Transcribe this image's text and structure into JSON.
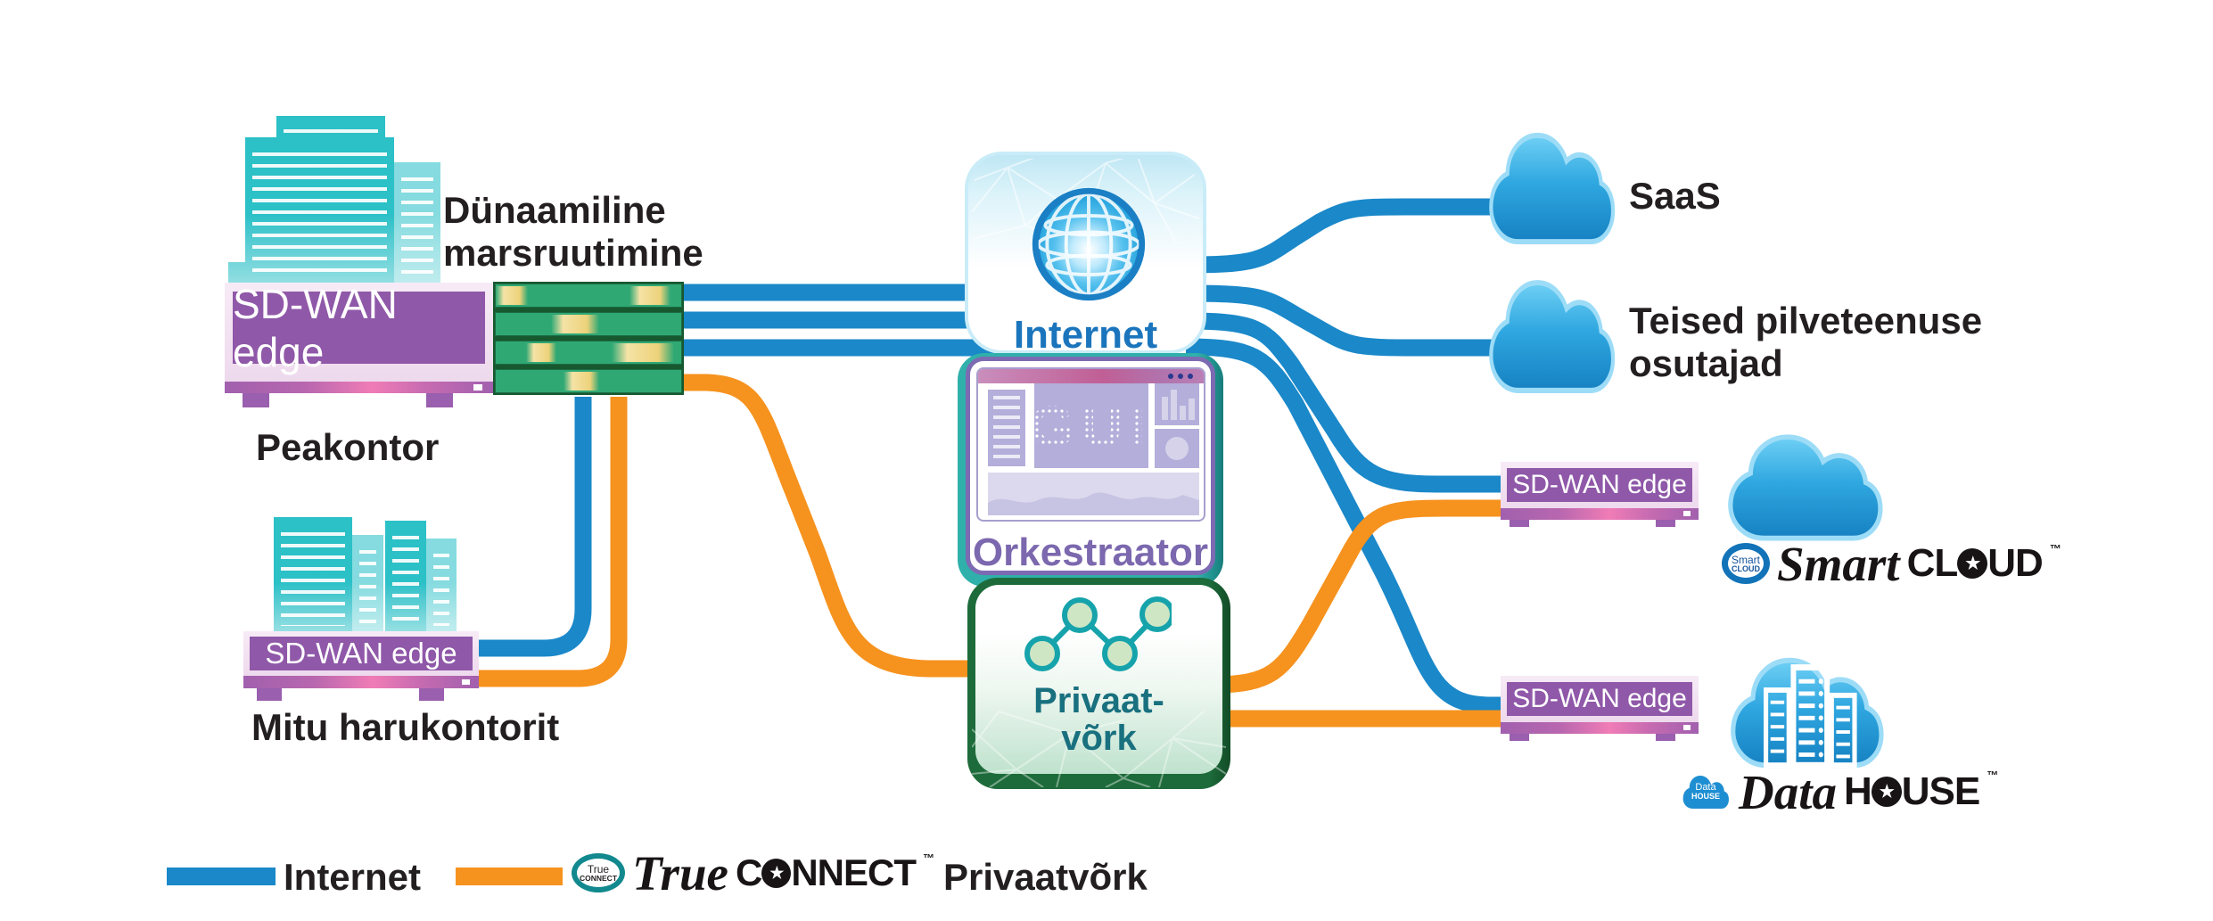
{
  "nodes": {
    "hq": {
      "label": "Peakontor",
      "device": "SD-WAN edge"
    },
    "routing": {
      "line1": "Dünaamiline",
      "line2": "marsruutimine"
    },
    "branch": {
      "label": "Mitu harukontorit",
      "device": "SD-WAN edge"
    },
    "internet": {
      "label": "Internet"
    },
    "orchestrator": {
      "label": "Orkestraator",
      "gui": "GUI"
    },
    "private_network": {
      "line1": "Privaat-",
      "line2": "võrk"
    },
    "saas": {
      "label": "SaaS"
    },
    "other_clouds": {
      "line1": "Teised pilveteenuse",
      "line2": "osutajad"
    },
    "edge_right_top": {
      "device": "SD-WAN edge"
    },
    "edge_right_bottom": {
      "device": "SD-WAN edge"
    }
  },
  "logos": {
    "trueconnect": {
      "badge_line1": "True",
      "badge_line2": "CONNECT",
      "script": "True",
      "bold_pre": "C",
      "star": "★",
      "bold_post": "NNECT",
      "tm": "™"
    },
    "smartcloud": {
      "badge_line1": "Smart",
      "badge_line2": "CLOUD",
      "script": "Smart",
      "bold_pre": "CL",
      "star": "★",
      "bold_post": "UD",
      "tm": "™"
    },
    "datahouse": {
      "badge_line1": "Data",
      "badge_line2": "HOUSE",
      "script": "Data",
      "bold_pre": "H",
      "star": "★",
      "bold_post": "USE",
      "tm": "™"
    }
  },
  "legend": {
    "internet": "Internet",
    "private": "Privaatvõrk"
  },
  "colors": {
    "internet_line": "#1a88c9",
    "private_line": "#f6921e",
    "device_purple": "#8f58a8",
    "building_teal": "#2cc0c7",
    "private_green": "#1d6b3a",
    "internet_text": "#1b75bc",
    "orchestrator_text": "#7b68ae",
    "private_text": "#19707f"
  }
}
